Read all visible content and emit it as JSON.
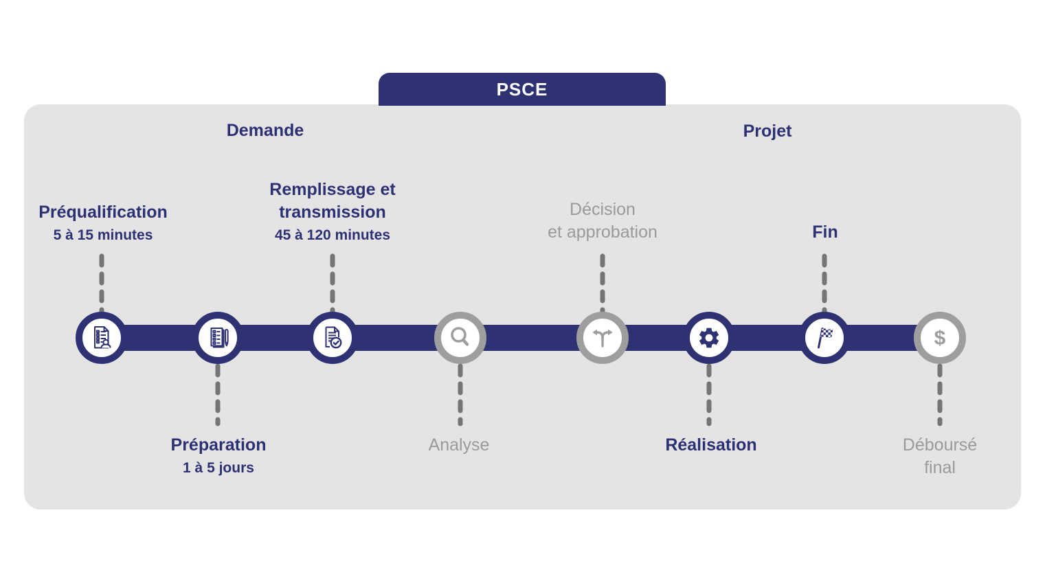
{
  "header": {
    "tab_label": "PSCE"
  },
  "sections": {
    "demande": "Demande",
    "projet": "Projet"
  },
  "colors": {
    "navy": "#2e3273",
    "navy-text": "#2d3173",
    "gray-ring": "#9e9e9e",
    "gray-text": "#9a9a9a",
    "connector": "#757575",
    "panel-bg": "#e4e4e4"
  },
  "milestones": [
    {
      "id": "prequalification",
      "title": "Préqualification",
      "subtitle": "5 à 15 minutes",
      "label_position": "above",
      "state": "active",
      "icon": "checklist-person-icon"
    },
    {
      "id": "preparation",
      "title": "Préparation",
      "subtitle": "1 à 5 jours",
      "label_position": "below",
      "state": "active",
      "icon": "checklist-pen-icon"
    },
    {
      "id": "remplissage",
      "title": "Remplissage et\ntransmission",
      "subtitle": "45 à 120 minutes",
      "label_position": "above",
      "state": "active",
      "icon": "document-check-icon"
    },
    {
      "id": "analyse",
      "title": "Analyse",
      "subtitle": "",
      "label_position": "below",
      "state": "inactive",
      "icon": "magnifier-icon"
    },
    {
      "id": "decision",
      "title": "Décision\net approbation",
      "subtitle": "",
      "label_position": "above",
      "state": "inactive",
      "icon": "fork-arrows-icon"
    },
    {
      "id": "realisation",
      "title": "Réalisation",
      "subtitle": "",
      "label_position": "below",
      "state": "active",
      "icon": "gear-icon"
    },
    {
      "id": "fin",
      "title": "Fin",
      "subtitle": "",
      "label_position": "above",
      "state": "active",
      "icon": "checkered-flag-icon"
    },
    {
      "id": "debourse-final",
      "title": "Déboursé final",
      "subtitle": "",
      "label_position": "below",
      "state": "inactive",
      "icon": "dollar-icon"
    }
  ]
}
